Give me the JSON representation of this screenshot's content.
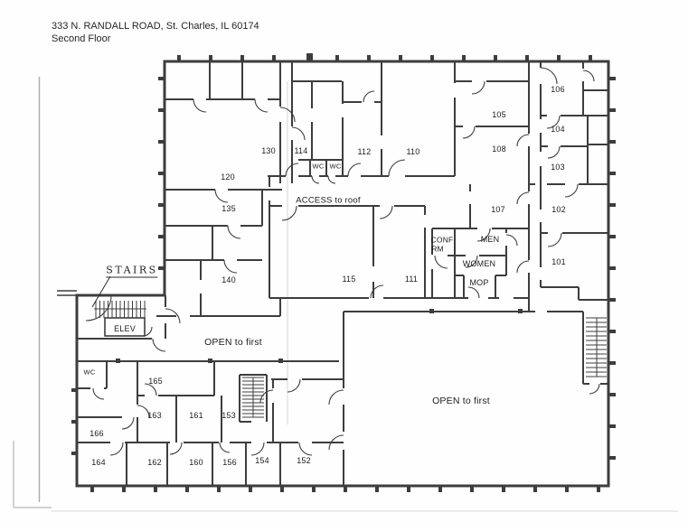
{
  "header": {
    "address_line": "333 N. RANDALL ROAD, St. Charles, IL 60174",
    "floor_line": "Second Floor"
  },
  "plan": {
    "rooms": [
      {
        "label": "120"
      },
      {
        "label": "130"
      },
      {
        "label": "114"
      },
      {
        "label": "112"
      },
      {
        "label": "110"
      },
      {
        "label": "135"
      },
      {
        "label": "140"
      },
      {
        "label": "115"
      },
      {
        "label": "111"
      },
      {
        "label": "105"
      },
      {
        "label": "108"
      },
      {
        "label": "106"
      },
      {
        "label": "104"
      },
      {
        "label": "103"
      },
      {
        "label": "107"
      },
      {
        "label": "102"
      },
      {
        "label": "101"
      },
      {
        "label": "165"
      },
      {
        "label": "163"
      },
      {
        "label": "161"
      },
      {
        "label": "153"
      },
      {
        "label": "166"
      },
      {
        "label": "164"
      },
      {
        "label": "162"
      },
      {
        "label": "160"
      },
      {
        "label": "156"
      },
      {
        "label": "154"
      },
      {
        "label": "152"
      }
    ],
    "facilities": {
      "stairs": "STAIRS",
      "elevator": "ELEV",
      "wc_top_1": "WC",
      "wc_top_2": "WC",
      "wc_lower": "WC",
      "conf_line1": "CONF",
      "conf_line2": "RM",
      "men": "MEN",
      "women": "WOMEN",
      "mop": "MOP"
    },
    "areas": {
      "access_roof": "ACCESS to roof",
      "open_left": "OPEN to first",
      "open_right": "OPEN to first"
    }
  },
  "colors": {
    "wall_ink": "#3d3d3d",
    "label_ink": "#1c1c1c",
    "paper": "#fefefe",
    "scan_artifact": "#ababab"
  }
}
